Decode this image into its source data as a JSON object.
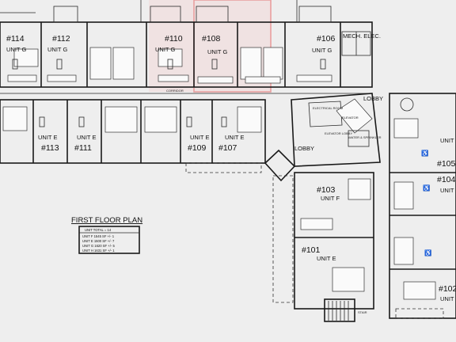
{
  "plan": {
    "title": "FIRST FLOOR PLAN",
    "table_header": "UNIT TOTAL = 14",
    "table_rows": [
      "UNIT F   1545 SF +/-   1",
      "UNIT E   1500 SF +/-   7",
      "UNIT G   1620 SF +/-   5",
      "UNIT H   1631 SF +/-   1"
    ],
    "highlight_color": "#e8a0a0"
  },
  "units_top": [
    {
      "num": "#114",
      "type": "UNIT G"
    },
    {
      "num": "#112",
      "type": "UNIT G"
    },
    {
      "num": "#110",
      "type": "UNIT G"
    },
    {
      "num": "#108",
      "type": "UNIT G"
    },
    {
      "num": "#106",
      "type": "UNIT G"
    }
  ],
  "units_mid": [
    {
      "num": "#113",
      "type": "UNIT E"
    },
    {
      "num": "#111",
      "type": "UNIT E"
    },
    {
      "num": "#109",
      "type": "UNIT E"
    },
    {
      "num": "#107",
      "type": "UNIT E"
    }
  ],
  "units_right": [
    {
      "num": "#105",
      "type": "UNIT H"
    },
    {
      "num": "#104",
      "type": "UNIT H"
    },
    {
      "num": "#102",
      "type": "UNIT H"
    }
  ],
  "units_center": [
    {
      "num": "#103",
      "type": "UNIT F"
    },
    {
      "num": "#101",
      "type": "UNIT E"
    }
  ],
  "labels": {
    "lobby_top": "LOBBY",
    "lobby_mid": "LOBBY",
    "mech_elec": "MECH. ELEC.",
    "corridor": "CORRIDOR",
    "electrical_room": "ELECTRICAL ROOM",
    "elevator_lobby": "ELEVATOR LOBBY",
    "elevator": "ELEVATOR",
    "water_sprinkler": "WATER & SPRINKLER",
    "stair": "STAIR"
  }
}
